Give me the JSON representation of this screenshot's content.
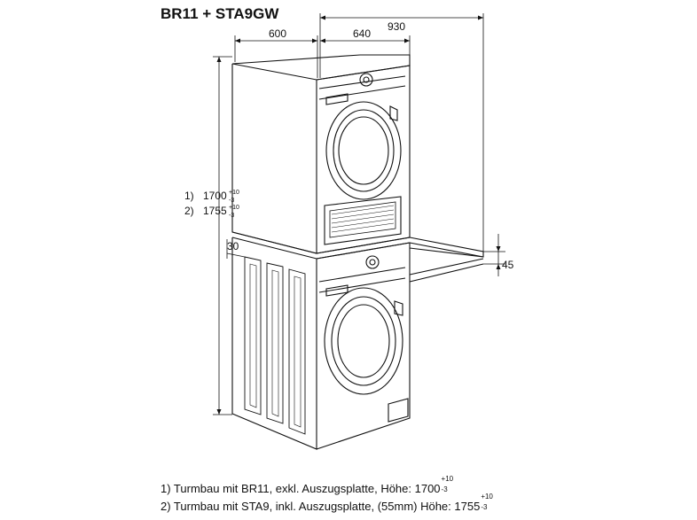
{
  "title": "BR11 + STA9GW",
  "dimensions": {
    "width_600": "600",
    "depth_640": "640",
    "depth_930": "930",
    "gap_30": "30",
    "offset_45": "45"
  },
  "height_labels": [
    {
      "prefix": "1)",
      "value": "1700",
      "tol_up": "+10",
      "tol_down": "-3"
    },
    {
      "prefix": "2)",
      "value": "1755",
      "tol_up": "+10",
      "tol_down": "-3"
    }
  ],
  "footnotes": [
    {
      "text": "1) Turmbau mit BR11, exkl. Auszugsplatte, Höhe: 1700",
      "tol_up": "+10",
      "tol_down": "-3"
    },
    {
      "text": "2) Turmbau mit STA9, inkl. Auszugsplatte, (55mm) Höhe: 1755",
      "tol_up": "+10",
      "tol_down": "-3"
    }
  ]
}
